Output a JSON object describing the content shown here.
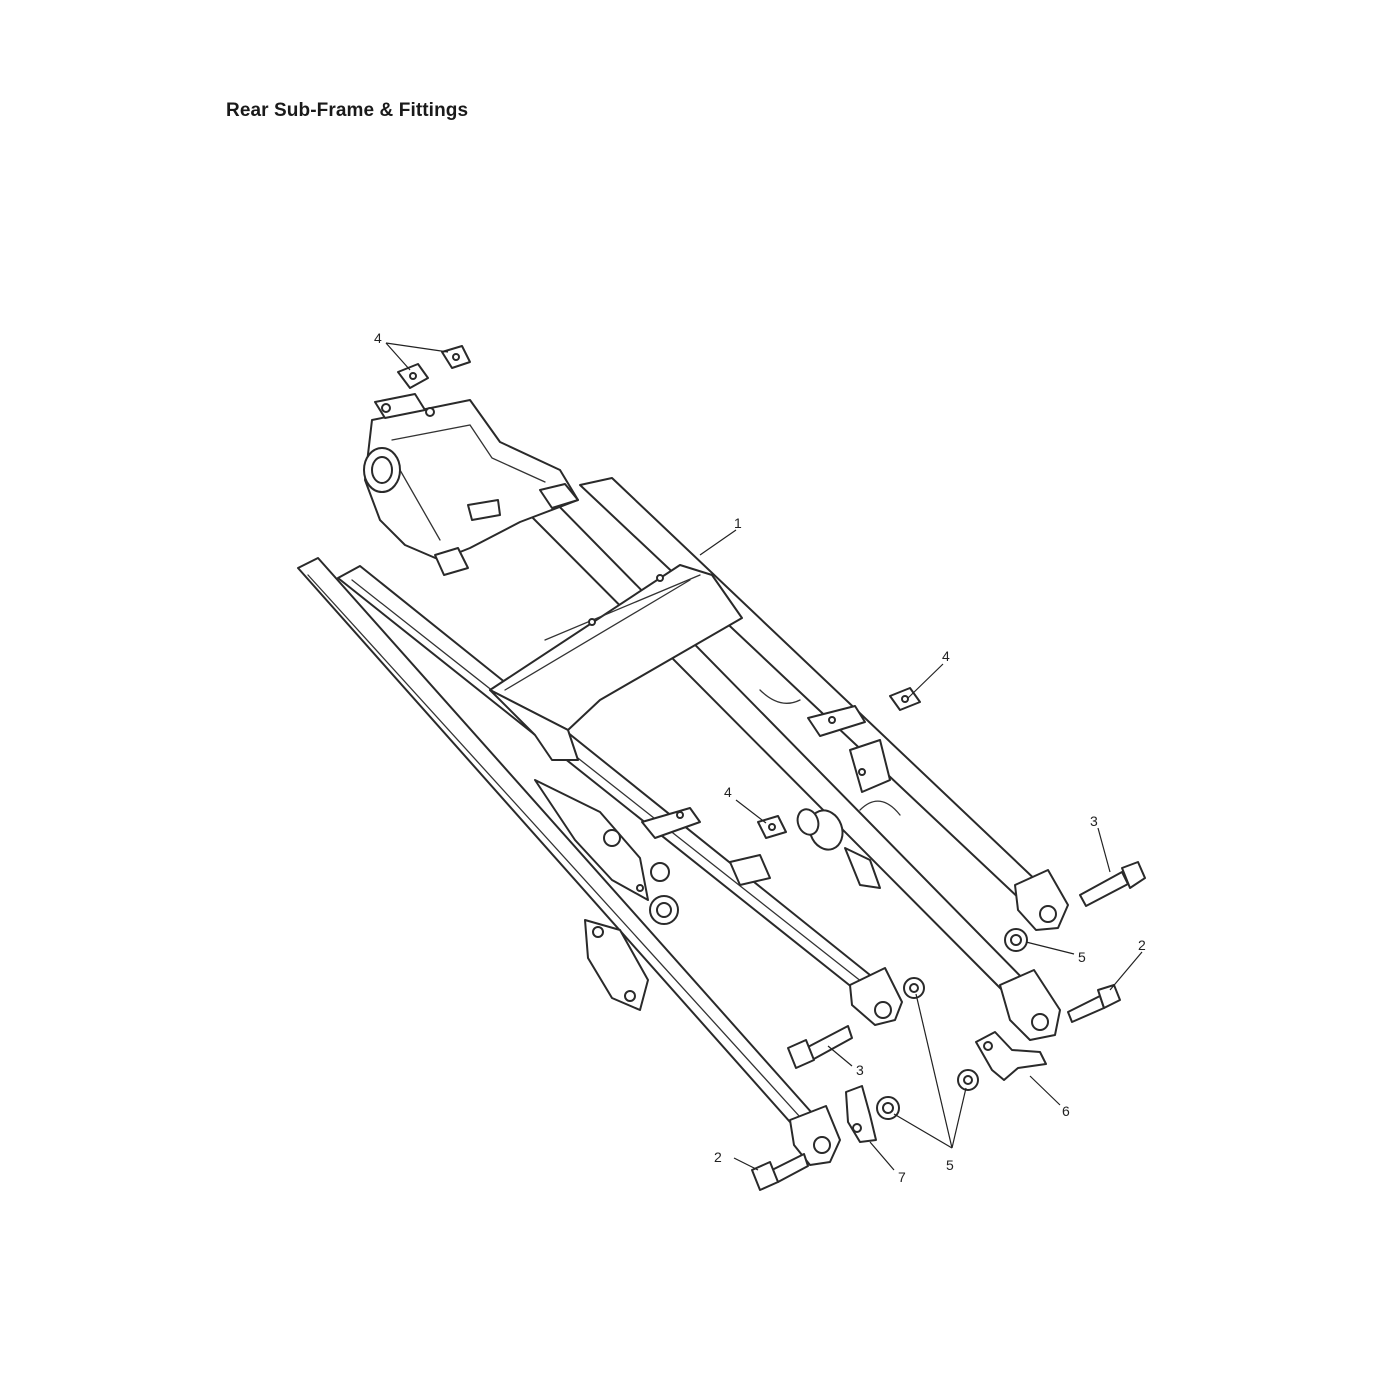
{
  "title": "Rear Sub-Frame & Fittings",
  "callouts": [
    {
      "id": "c4a",
      "label": "4"
    },
    {
      "id": "c1",
      "label": "1"
    },
    {
      "id": "c4b",
      "label": "4"
    },
    {
      "id": "c4c",
      "label": "4"
    },
    {
      "id": "c3a",
      "label": "3"
    },
    {
      "id": "c5a",
      "label": "5"
    },
    {
      "id": "c2a",
      "label": "2"
    },
    {
      "id": "c3b",
      "label": "3"
    },
    {
      "id": "c6",
      "label": "6"
    },
    {
      "id": "c2b",
      "label": "2"
    },
    {
      "id": "c7",
      "label": "7"
    },
    {
      "id": "c5b",
      "label": "5"
    }
  ]
}
